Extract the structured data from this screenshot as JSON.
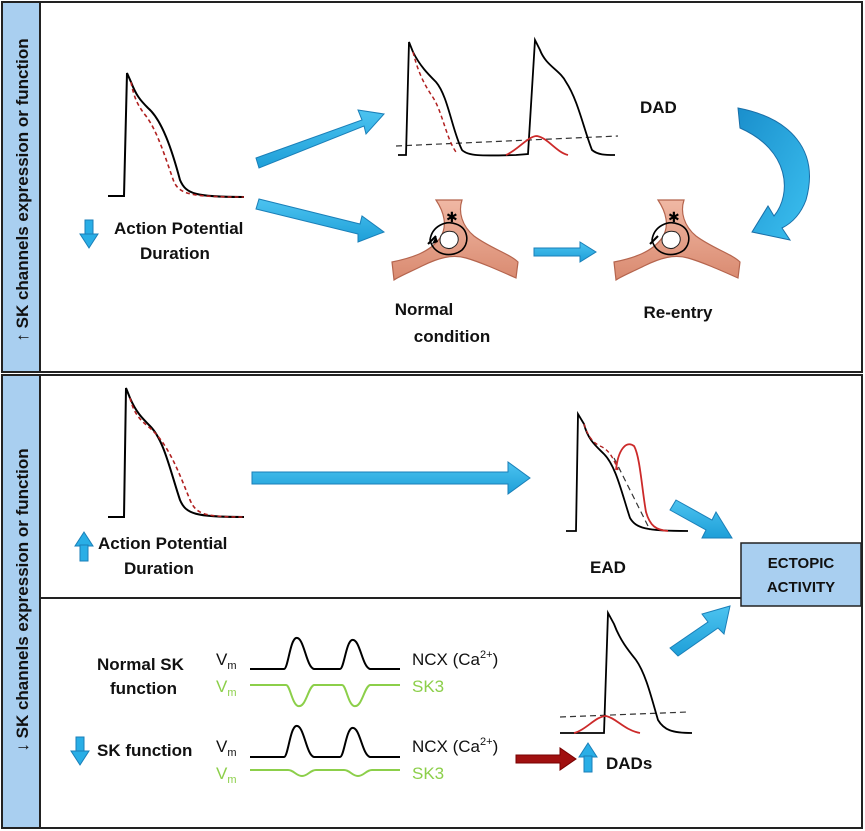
{
  "panels": {
    "top": {
      "side_label": "↑ SK channels expression or function",
      "apd_label_line1": "Action Potential",
      "apd_label_line2": "Duration",
      "dad_label": "DAD",
      "normal_line1": "Normal",
      "normal_line2": "condition",
      "reentry_label": "Re-entry"
    },
    "bottom": {
      "side_label": "↓ SK channels expression or function",
      "apd_label_line1": "Action Potential",
      "apd_label_line2": "Duration",
      "ead_label": "EAD",
      "ectopic_line1": "ECTOPIC",
      "ectopic_line2": "ACTIVITY",
      "normal_sk_line1": "Normal SK",
      "normal_sk_line2": "function",
      "reduced_sk_label": "SK function",
      "vm_label": "V",
      "vm_sub": "m",
      "ncx_label": "NCX (Ca",
      "ncx_sup": "2+",
      "ncx_close": ")",
      "sk3_label": "SK3",
      "dads_label": "DADs"
    }
  },
  "colors": {
    "arrow_blue": "#29aee6",
    "arrow_dark_blue": "#1a7fb8",
    "side_panel": "#a9cff0",
    "ectopic_box": "#a9cff0",
    "red_trace": "#cc2a2a",
    "green_trace": "#8ccf4a",
    "dark_red_arrow": "#a01010",
    "tissue": "#e8a58e"
  }
}
